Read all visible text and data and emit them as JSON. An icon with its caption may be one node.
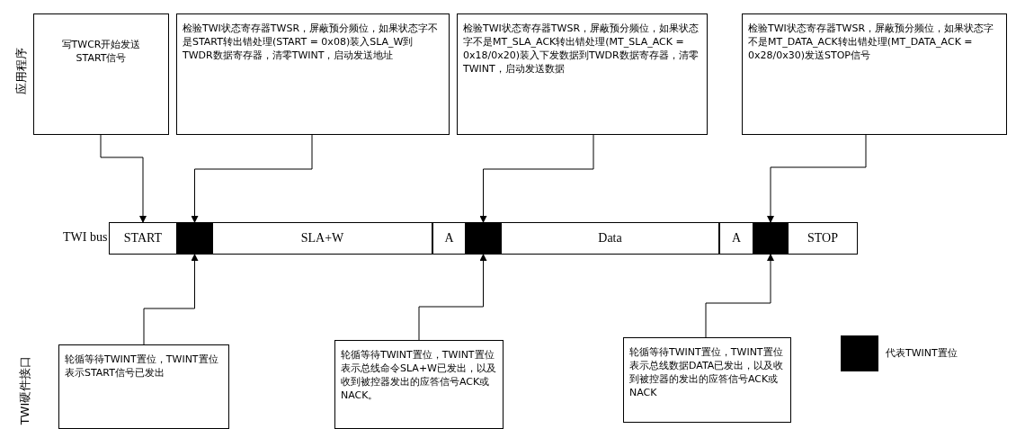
{
  "diagram": {
    "nodes": [
      {
        "text": [
          "写TWCR开始发送START信号"
        ]
      },
      {
        "text": [
          "检验TWI状态寄存器TWSR，屏蔽预分频位，如果状态字不是START转出错处理(START = 0x08)装入SLA_W到TWDR数据寄存器，清零TWINT，启动发送地址"
        ]
      },
      {
        "text": [
          "检验TWI状态寄存器TWSR，屏蔽预分频位，如果状态字不是MT_SLA_ACK转出错处理(MT_SLA_ACK = 0x18/0x20)装入下发数据到TWDR数据寄存器，清零TWINT，启动发送数据"
        ]
      },
      {
        "text": [
          "检验TWI状态寄存器TWSR，屏蔽预分频位，如果状态字不是MT_DATA_ACK转出错处理(MT_DATA_ACK = 0x28/0x30)发送STOP信号"
        ]
      },
      {
        "text": [
          "START"
        ]
      },
      {
        "text": [],
        "shape": "bar"
      },
      {
        "text": [
          "SLA+W"
        ]
      },
      {
        "text": [
          "A"
        ]
      },
      {
        "text": [],
        "shape": "bar"
      },
      {
        "text": [
          "Data"
        ]
      },
      {
        "text": [
          "A"
        ]
      },
      {
        "text": [],
        "shape": "bar"
      },
      {
        "text": [
          "STOP"
        ]
      },
      {
        "text": [
          "轮循等待TWINT置位，TWINT置位表示START信号已发出"
        ]
      },
      {
        "text": [
          "轮循等待TWINT置位，TWINT置位表示总线命令SLA+W已发出，以及收到被控器发出的应答信号ACK或NACK。"
        ]
      },
      {
        "text": [
          "轮循等待TWINT置位，TWINT置位表示总线数据DATA已发出，以及收到被控器的发出的应答信号ACK或NACK"
        ]
      }
    ],
    "edges": [
      {
        "from": 0,
        "to": 4,
        "arrow": "to"
      },
      {
        "from": 1,
        "to": 5,
        "arrow": "to"
      },
      {
        "from": 2,
        "to": 8,
        "arrow": "to"
      },
      {
        "from": 3,
        "to": 11,
        "arrow": "to"
      },
      {
        "from": 13,
        "to": 5,
        "arrow": "to"
      },
      {
        "from": 14,
        "to": 8,
        "arrow": "to"
      },
      {
        "from": 15,
        "to": 11,
        "arrow": "to"
      }
    ],
    "labels": [
      "应用程序",
      "TWI bus",
      "TWI硬件接口"
    ],
    "legend": [
      {
        "text": "代表TWINT置位",
        "color": "#000000"
      }
    ]
  }
}
